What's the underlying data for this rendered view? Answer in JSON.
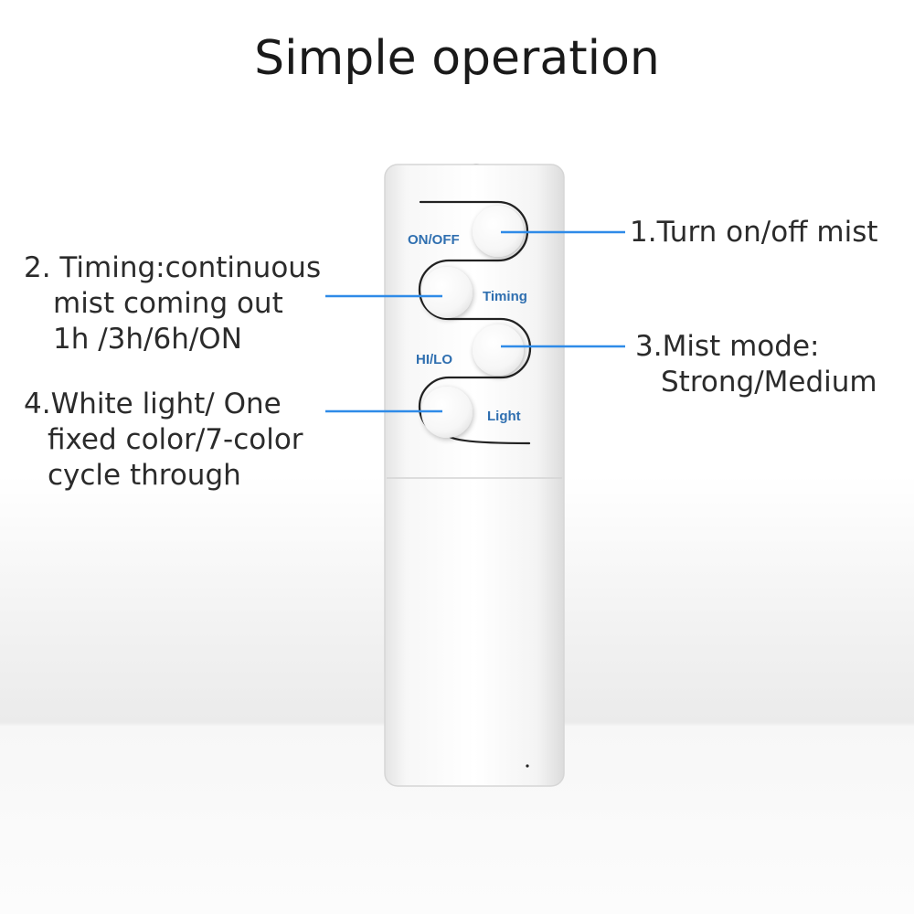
{
  "title": "Simple operation",
  "accent_color": "#2f8be8",
  "label_color": "#2f6fb0",
  "remote": {
    "buttons": [
      {
        "label": "ON/OFF"
      },
      {
        "label": "Timing"
      },
      {
        "label": "HI/LO"
      },
      {
        "label": "Light"
      }
    ]
  },
  "callouts": {
    "power": {
      "lines": [
        "1.Turn on/off mist"
      ]
    },
    "timing": {
      "lines": [
        "2. Timing:continuous",
        "mist coming out",
        "1h /3h/6h/ON"
      ]
    },
    "mist_mode": {
      "lines": [
        "3.Mist mode:",
        "Strong/Medium"
      ]
    },
    "light": {
      "lines": [
        "4.White light/ One",
        "fixed color/7-color",
        "cycle through"
      ]
    }
  }
}
